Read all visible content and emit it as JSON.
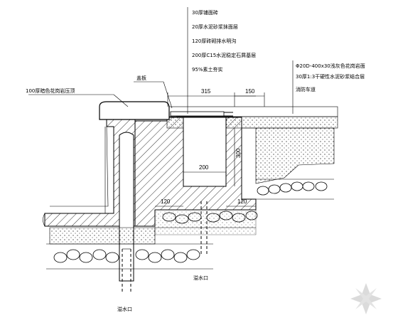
{
  "layer_notes": [
    "30厚铺面砖",
    "20厚水泥砂浆抹面层",
    "120厚砖砌排水明沟",
    "200厚C15水泥稳定石屑基层",
    "95%素土夯实"
  ],
  "right_notes": [
    "Φ20D-400x30浅灰色花岗岩面",
    "30厚1:3干硬性水泥砂浆结合层",
    "消防车道"
  ],
  "left_note": "100厚暗色花岗岩压顶",
  "cap_note": "盖板",
  "dimensions": {
    "top_left": "315",
    "top_right": "150",
    "channel_width": "200",
    "channel_height": "300",
    "wall_left": "120",
    "wall_right": "120"
  },
  "outlets": {
    "right": "溢水口",
    "bottom": "溢水口"
  },
  "watermark": "logo"
}
